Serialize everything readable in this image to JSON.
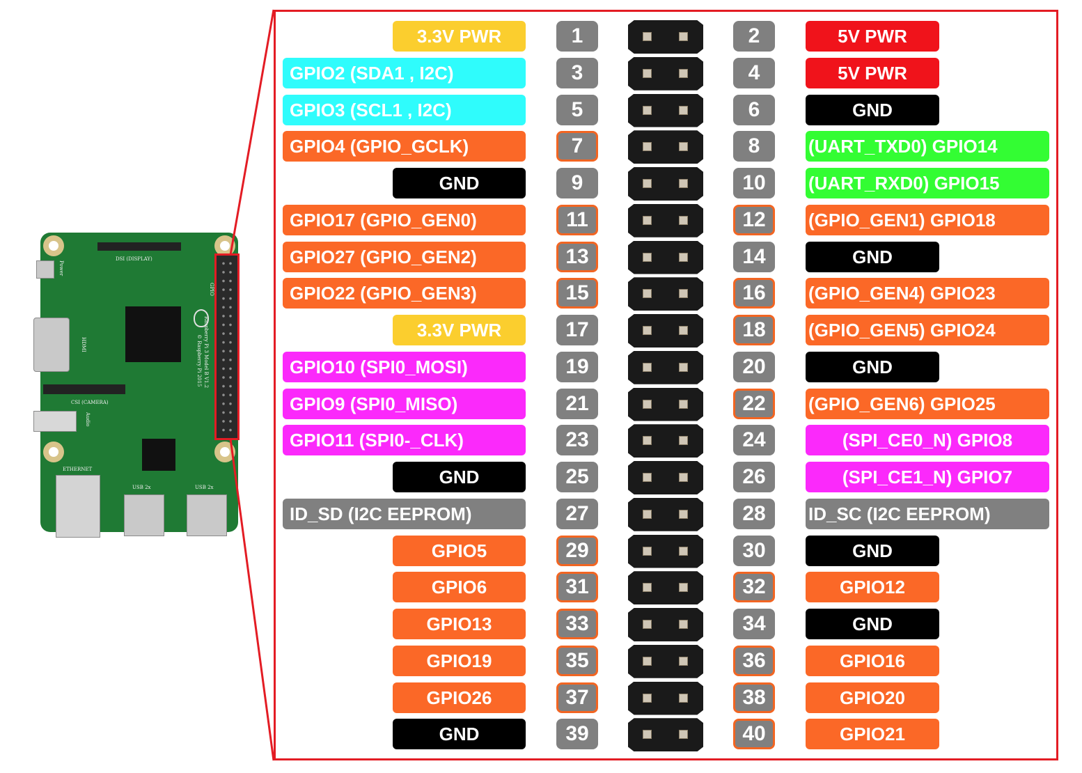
{
  "colors": {
    "frame": "#e31c24",
    "pin_number": "#808080",
    "power_3v3": "#fbce2e",
    "power_5v": "#f0131b",
    "ground": "#000000",
    "i2c": "#2ffcfc",
    "gpio": "#fb6827",
    "uart": "#33fd33",
    "spi": "#fb29fb",
    "eeprom": "#808080",
    "board": "#1f7a34"
  },
  "board": {
    "silkscreen": {
      "dsi": "DSI (DISPLAY)",
      "power": "Power",
      "hdmi": "HDMI",
      "csi": "CSI (CAMERA)",
      "audio": "Audio",
      "ethernet": "ETHERNET",
      "usb_left": "USB 2x",
      "usb_right": "USB 2x",
      "model": "Raspberry Pi 3 Model B V1.2",
      "copyright": "© Raspberry Pi 2015",
      "gpio": "GPIO"
    }
  },
  "pinout": [
    {
      "left_label": "3.3V PWR",
      "left_type": "power_3v3",
      "left_num": "1",
      "left_gpio": false,
      "right_num": "2",
      "right_gpio": false,
      "right_label": "5V PWR",
      "right_type": "power_5v"
    },
    {
      "left_label": "GPIO2 (SDA1 , I2C)",
      "left_type": "i2c",
      "left_num": "3",
      "left_gpio": false,
      "right_num": "4",
      "right_gpio": false,
      "right_label": "5V PWR",
      "right_type": "power_5v"
    },
    {
      "left_label": "GPIO3 (SCL1 , I2C)",
      "left_type": "i2c",
      "left_num": "5",
      "left_gpio": false,
      "right_num": "6",
      "right_gpio": false,
      "right_label": "GND",
      "right_type": "ground"
    },
    {
      "left_label": "GPIO4 (GPIO_GCLK)",
      "left_type": "gpio",
      "left_num": "7",
      "left_gpio": true,
      "right_num": "8",
      "right_gpio": false,
      "right_label": "(UART_TXD0) GPIO14",
      "right_type": "uart"
    },
    {
      "left_label": "GND",
      "left_type": "ground",
      "left_num": "9",
      "left_gpio": false,
      "right_num": "10",
      "right_gpio": false,
      "right_label": "(UART_RXD0) GPIO15",
      "right_type": "uart"
    },
    {
      "left_label": "GPIO17 (GPIO_GEN0)",
      "left_type": "gpio",
      "left_num": "11",
      "left_gpio": true,
      "right_num": "12",
      "right_gpio": true,
      "right_label": "(GPIO_GEN1) GPIO18",
      "right_type": "gpio"
    },
    {
      "left_label": "GPIO27 (GPIO_GEN2)",
      "left_type": "gpio",
      "left_num": "13",
      "left_gpio": true,
      "right_num": "14",
      "right_gpio": false,
      "right_label": "GND",
      "right_type": "ground"
    },
    {
      "left_label": "GPIO22 (GPIO_GEN3)",
      "left_type": "gpio",
      "left_num": "15",
      "left_gpio": true,
      "right_num": "16",
      "right_gpio": true,
      "right_label": "(GPIO_GEN4) GPIO23",
      "right_type": "gpio"
    },
    {
      "left_label": "3.3V PWR",
      "left_type": "power_3v3",
      "left_num": "17",
      "left_gpio": false,
      "right_num": "18",
      "right_gpio": true,
      "right_label": "(GPIO_GEN5) GPIO24",
      "right_type": "gpio"
    },
    {
      "left_label": "GPIO10 (SPI0_MOSI)",
      "left_type": "spi",
      "left_num": "19",
      "left_gpio": false,
      "right_num": "20",
      "right_gpio": false,
      "right_label": "GND",
      "right_type": "ground"
    },
    {
      "left_label": "GPIO9 (SPI0_MISO)",
      "left_type": "spi",
      "left_num": "21",
      "left_gpio": false,
      "right_num": "22",
      "right_gpio": true,
      "right_label": "(GPIO_GEN6) GPIO25",
      "right_type": "gpio"
    },
    {
      "left_label": "GPIO11 (SPI0-_CLK)",
      "left_type": "spi",
      "left_num": "23",
      "left_gpio": false,
      "right_num": "24",
      "right_gpio": false,
      "right_label": "(SPI_CE0_N) GPIO8",
      "right_type": "spi"
    },
    {
      "left_label": "GND",
      "left_type": "ground",
      "left_num": "25",
      "left_gpio": false,
      "right_num": "26",
      "right_gpio": false,
      "right_label": "(SPI_CE1_N) GPIO7",
      "right_type": "spi"
    },
    {
      "left_label": "ID_SD (I2C EEPROM)",
      "left_type": "eeprom",
      "left_num": "27",
      "left_gpio": false,
      "right_num": "28",
      "right_gpio": false,
      "right_label": "ID_SC (I2C EEPROM)",
      "right_type": "eeprom"
    },
    {
      "left_label": "GPIO5",
      "left_type": "gpio",
      "left_num": "29",
      "left_gpio": true,
      "right_num": "30",
      "right_gpio": false,
      "right_label": "GND",
      "right_type": "ground"
    },
    {
      "left_label": "GPIO6",
      "left_type": "gpio",
      "left_num": "31",
      "left_gpio": true,
      "right_num": "32",
      "right_gpio": true,
      "right_label": "GPIO12",
      "right_type": "gpio"
    },
    {
      "left_label": "GPIO13",
      "left_type": "gpio",
      "left_num": "33",
      "left_gpio": true,
      "right_num": "34",
      "right_gpio": false,
      "right_label": "GND",
      "right_type": "ground"
    },
    {
      "left_label": "GPIO19",
      "left_type": "gpio",
      "left_num": "35",
      "left_gpio": true,
      "right_num": "36",
      "right_gpio": true,
      "right_label": "GPIO16",
      "right_type": "gpio"
    },
    {
      "left_label": "GPIO26",
      "left_type": "gpio",
      "left_num": "37",
      "left_gpio": true,
      "right_num": "38",
      "right_gpio": true,
      "right_label": "GPIO20",
      "right_type": "gpio"
    },
    {
      "left_label": "GND",
      "left_type": "ground",
      "left_num": "39",
      "left_gpio": false,
      "right_num": "40",
      "right_gpio": true,
      "right_label": "GPIO21",
      "right_type": "gpio"
    }
  ]
}
